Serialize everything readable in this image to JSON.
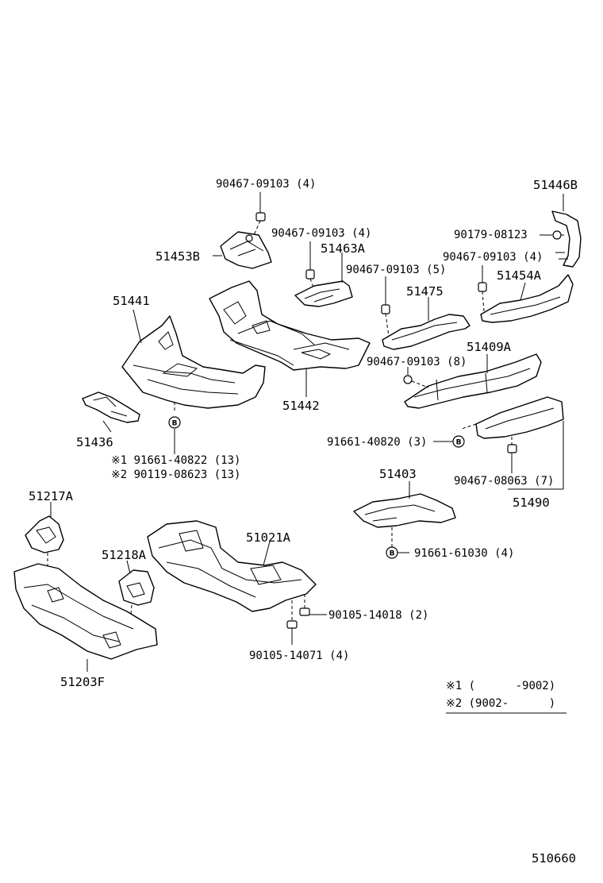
{
  "labels": {
    "p51446B": "51446B",
    "f90467_09103_4a": "90467-09103 (4)",
    "f90467_09103_4b": "90467-09103 (4)",
    "p51453B": "51453B",
    "p51463A": "51463A",
    "f90179_08123": "90179-08123",
    "f90467_09103_4c": "90467-09103 (4)",
    "f90467_09103_5": "90467-09103 (5)",
    "p51454A": "51454A",
    "p51441": "51441",
    "p51475": "51475",
    "p51409A": "51409A",
    "f90467_09103_8": "90467-09103 (8)",
    "p51442": "51442",
    "p51436": "51436",
    "f91661_40820": "91661-40820 (3)",
    "n1_91661": "※1 91661-40822 (13)",
    "n2_90119": "※2 90119-08623 (13)",
    "p51403": "51403",
    "f90467_08063": "90467-08063 (7)",
    "p51490": "51490",
    "p51217A": "51217A",
    "p51021A": "51021A",
    "f91661_61030": "91661-61030 (4)",
    "p51218A": "51218A",
    "f90105_14018": "90105-14018 (2)",
    "f90105_14071": "90105-14071 (4)",
    "p51203F": "51203F",
    "note1": "※1 (      -9002)",
    "note2": "※2 (9002-      )",
    "bolt_mark": "B",
    "code": "510660"
  }
}
